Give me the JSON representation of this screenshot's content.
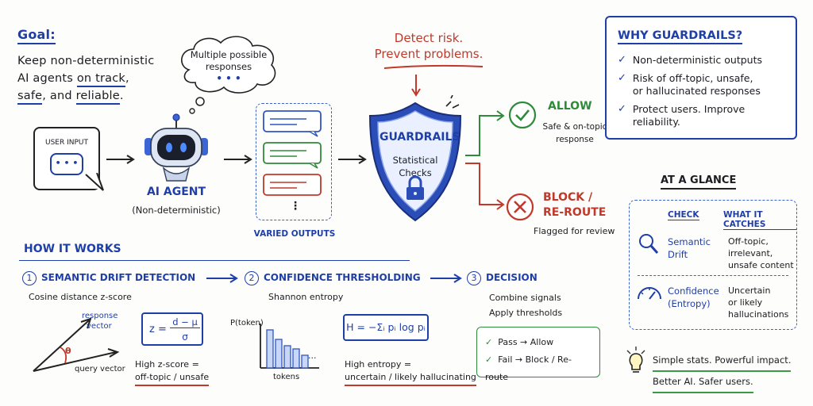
{
  "goal": {
    "heading": "Goal:",
    "line1": "Keep non-deterministic",
    "line2_a": "AI agents ",
    "line2_b": "on track",
    "line2_c": ",",
    "line3_a": "safe",
    "line3_b": ", and ",
    "line3_c": "reliable",
    "line3_d": "."
  },
  "thought": {
    "line1": "Multiple possible",
    "line2": "responses",
    "dots": "• • •"
  },
  "user_input": {
    "label": "USER INPUT",
    "dots": "• • •"
  },
  "agent": {
    "title": "AI AGENT",
    "subtitle": "(Non-deterministic)"
  },
  "outputs": {
    "label": "VARIED OUTPUTS",
    "more": "⋮"
  },
  "tagline": {
    "line1": "Detect risk.",
    "line2": "Prevent problems."
  },
  "shield": {
    "title": "GUARDRAILS",
    "line1": "Statistical",
    "line2": "Checks"
  },
  "allow": {
    "title": "ALLOW",
    "line1": "Safe & on-topic",
    "line2": "response"
  },
  "block": {
    "title1": "BLOCK /",
    "title2": "RE-ROUTE",
    "note": "Flagged for review"
  },
  "why": {
    "title": "WHY GUARDRAILS?",
    "items": [
      {
        "l1": "Non-deterministic outputs",
        "l2": ""
      },
      {
        "l1": "Risk of off-topic, unsafe,",
        "l2": "or hallucinated responses"
      },
      {
        "l1": "Protect users. Improve reliability.",
        "l2": ""
      }
    ]
  },
  "glance": {
    "title": "AT A GLANCE",
    "col1": "CHECK",
    "col2": "WHAT IT CATCHES",
    "rows": [
      {
        "check1": "Semantic",
        "check2": "Drift",
        "c1": "Off-topic,",
        "c2": "irrelevant,",
        "c3": "unsafe content"
      },
      {
        "check1": "Confidence",
        "check2": "(Entropy)",
        "c1": "Uncertain",
        "c2": "or likely",
        "c3": "hallucinations"
      }
    ]
  },
  "how": {
    "title": "HOW IT WORKS",
    "step1": {
      "num": "1",
      "title": "SEMANTIC DRIFT DETECTION",
      "sub": "Cosine distance z-score",
      "resp_vec1": "response",
      "resp_vec2": "vector",
      "query_vec": "query vector",
      "theta": "θ",
      "formula_lhs": "z =",
      "formula_num": "d − μ",
      "formula_den": "σ",
      "note1": "High z-score =",
      "note2": "off-topic / unsafe"
    },
    "step2": {
      "num": "2",
      "title": "CONFIDENCE THRESHOLDING",
      "sub": "Shannon entropy",
      "ylabel": "P(token)",
      "xlabel": "tokens",
      "dots": "...",
      "formula": "H = −Σᵢ pᵢ log pᵢ",
      "note1": "High entropy =",
      "note2": "uncertain / likely hallucinating"
    },
    "step3": {
      "num": "3",
      "title": "DECISION",
      "sub1": "Combine signals",
      "sub2": "Apply thresholds",
      "pass": "Pass → Allow",
      "fail": "Fail → Block / Re-route"
    }
  },
  "footer": {
    "line1": "Simple stats. Powerful impact.",
    "line2": "Better AI. Safer users."
  }
}
